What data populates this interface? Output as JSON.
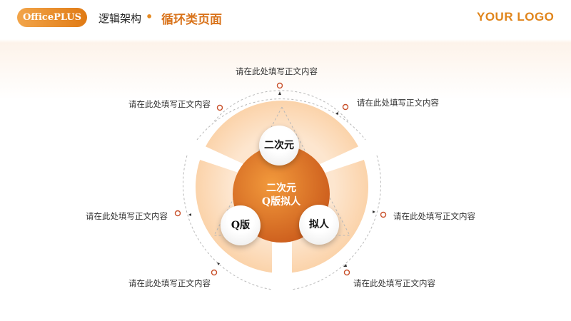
{
  "header": {
    "brand": "OfficePLUS",
    "section": "逻辑架构",
    "separator": "•",
    "current": "循环类页面",
    "logo": "YOUR LOGO"
  },
  "diagram": {
    "center": {
      "line1": "二次元",
      "line2": "Q版拟人"
    },
    "nodes": [
      "二次元",
      "Q版",
      "拟人"
    ],
    "labels": [
      "请在此处填写正文内容",
      "请在此处填写正文内容",
      "请在此处填写正文内容",
      "请在此处填写正文内容",
      "请在此处填写正文内容",
      "请在此处填写正文内容",
      "请在此处填写正文内容"
    ]
  },
  "colors": {
    "accent": "#e07a14",
    "accent_light": "#f2a54a",
    "ring": "#fbdcbb",
    "marker": "#c8502a"
  }
}
